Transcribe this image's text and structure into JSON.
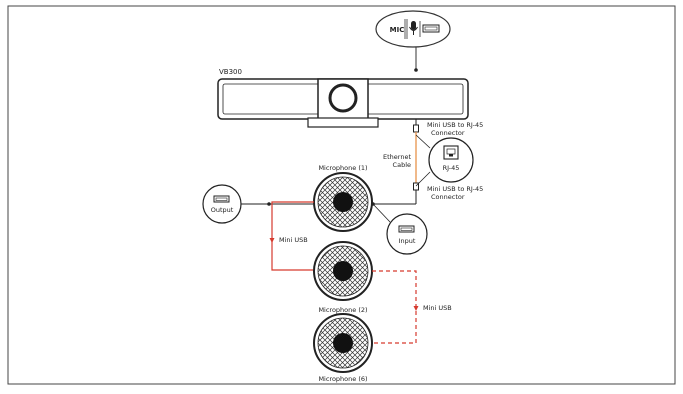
{
  "diagram": {
    "device_label": "VB300",
    "mic_bubble_label": "MIC",
    "rj45_label": "RJ-45",
    "connector_top_label": [
      "Mini USB to RJ-45",
      "Connector"
    ],
    "connector_bottom_label": [
      "Mini USB to RJ-45",
      "Connector"
    ],
    "ethernet_label": [
      "Ethernet",
      "Cable"
    ],
    "output_label": "Output",
    "input_label": "Input",
    "mic1_label": "Microphone (1)",
    "mic2_label": "Microphone (2)",
    "mic6_label": "Microphone (6)",
    "mini_usb_solid_label": "Mini USB",
    "mini_usb_dashed_label": "Mini USB",
    "colors": {
      "cable_red": "#d63a2e",
      "ethernet_orange": "#e8934a",
      "outline": "#222222"
    }
  }
}
